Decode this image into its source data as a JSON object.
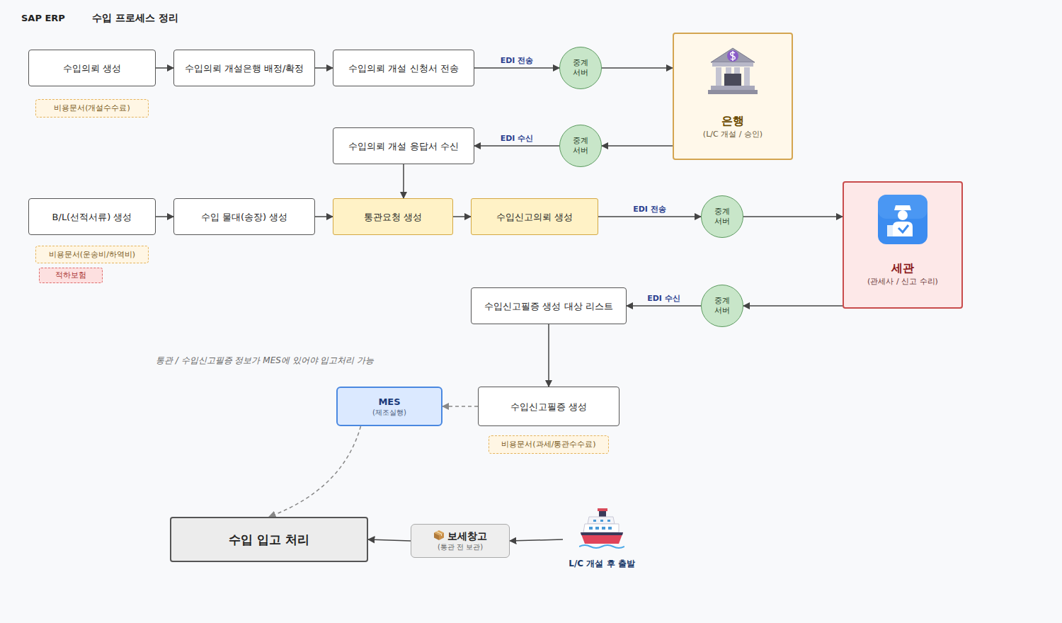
{
  "diagram": {
    "title": "수입 프로세스 정리",
    "nodes": [
      {
        "text": [
          "수입의뢰 생성"
        ]
      },
      {
        "text": [
          "수입의뢰 개설은행 배정/확정"
        ]
      },
      {
        "text": [
          "수입의뢰 개설 신청서 전송"
        ]
      },
      {
        "text": [
          "중계 서버"
        ]
      },
      {
        "text": [
          "은행",
          "(L/C 개설 / 승인)"
        ]
      },
      {
        "text": [
          "비용문서(개설수수료)"
        ]
      },
      {
        "text": [
          "수입의뢰 개설 응답서 수신"
        ]
      },
      {
        "text": [
          "중계 서버"
        ]
      },
      {
        "text": [
          "세관",
          "(관세사 / 신고 수리)"
        ]
      },
      {
        "text": [
          "B/L(선적서류) 생성"
        ]
      },
      {
        "text": [
          "수입 물대(송장) 생성"
        ]
      },
      {
        "text": [
          "통관요청 생성"
        ]
      },
      {
        "text": [
          "수입신고의뢰 생성"
        ]
      },
      {
        "text": [
          "중계 서버"
        ]
      },
      {
        "text": [
          "비용문서(운송비/하역비)"
        ]
      },
      {
        "text": [
          "적하보험"
        ]
      },
      {
        "text": [
          "수입신고필증 생성 대상 리스트"
        ]
      },
      {
        "text": [
          "중계 서버"
        ]
      },
      {
        "text": [
          "MES",
          "(제조실행)"
        ]
      },
      {
        "text": [
          "수입신고필증 생성"
        ]
      },
      {
        "text": [
          "비용문서(과세/통관수수료)"
        ]
      },
      {
        "text": [
          "수입 입고 처리"
        ]
      },
      {
        "text": [
          "보세창고",
          "(통관 전 보관)"
        ]
      },
      {
        "text": [
          "L/C 개설 후 출발"
        ]
      }
    ],
    "edges": [
      {
        "from": 0,
        "to": 1,
        "arrow": "to"
      },
      {
        "from": 1,
        "to": 2,
        "arrow": "to"
      },
      {
        "from": 2,
        "to": 3,
        "label": "EDI 전송",
        "arrow": "to"
      },
      {
        "from": 3,
        "to": 4,
        "arrow": "to"
      },
      {
        "from": 4,
        "to": 7,
        "arrow": "to"
      },
      {
        "from": 7,
        "to": 6,
        "label": "EDI 수신",
        "arrow": "to"
      },
      {
        "from": 6,
        "to": 11,
        "arrow": "to"
      },
      {
        "from": 9,
        "to": 10,
        "arrow": "to"
      },
      {
        "from": 10,
        "to": 11,
        "arrow": "to"
      },
      {
        "from": 11,
        "to": 12,
        "arrow": "to"
      },
      {
        "from": 12,
        "to": 13,
        "label": "EDI 전송",
        "arrow": "to"
      },
      {
        "from": 13,
        "to": 8,
        "arrow": "to"
      },
      {
        "from": 8,
        "to": 17,
        "arrow": "to"
      },
      {
        "from": 17,
        "to": 16,
        "label": "EDI 수신",
        "arrow": "to"
      },
      {
        "from": 16,
        "to": 19,
        "arrow": "to"
      },
      {
        "from": 19,
        "to": 18,
        "arrow": "to"
      },
      {
        "from": 18,
        "to": 21,
        "arrow": "to"
      },
      {
        "from": 22,
        "to": 21,
        "arrow": "to"
      },
      {
        "from": 23,
        "to": 22,
        "arrow": "to"
      }
    ],
    "labels": [
      "SAP ERP",
      "통관 / 수입신고필증 정보가 MES에 있어야 입고처리 가능"
    ]
  }
}
